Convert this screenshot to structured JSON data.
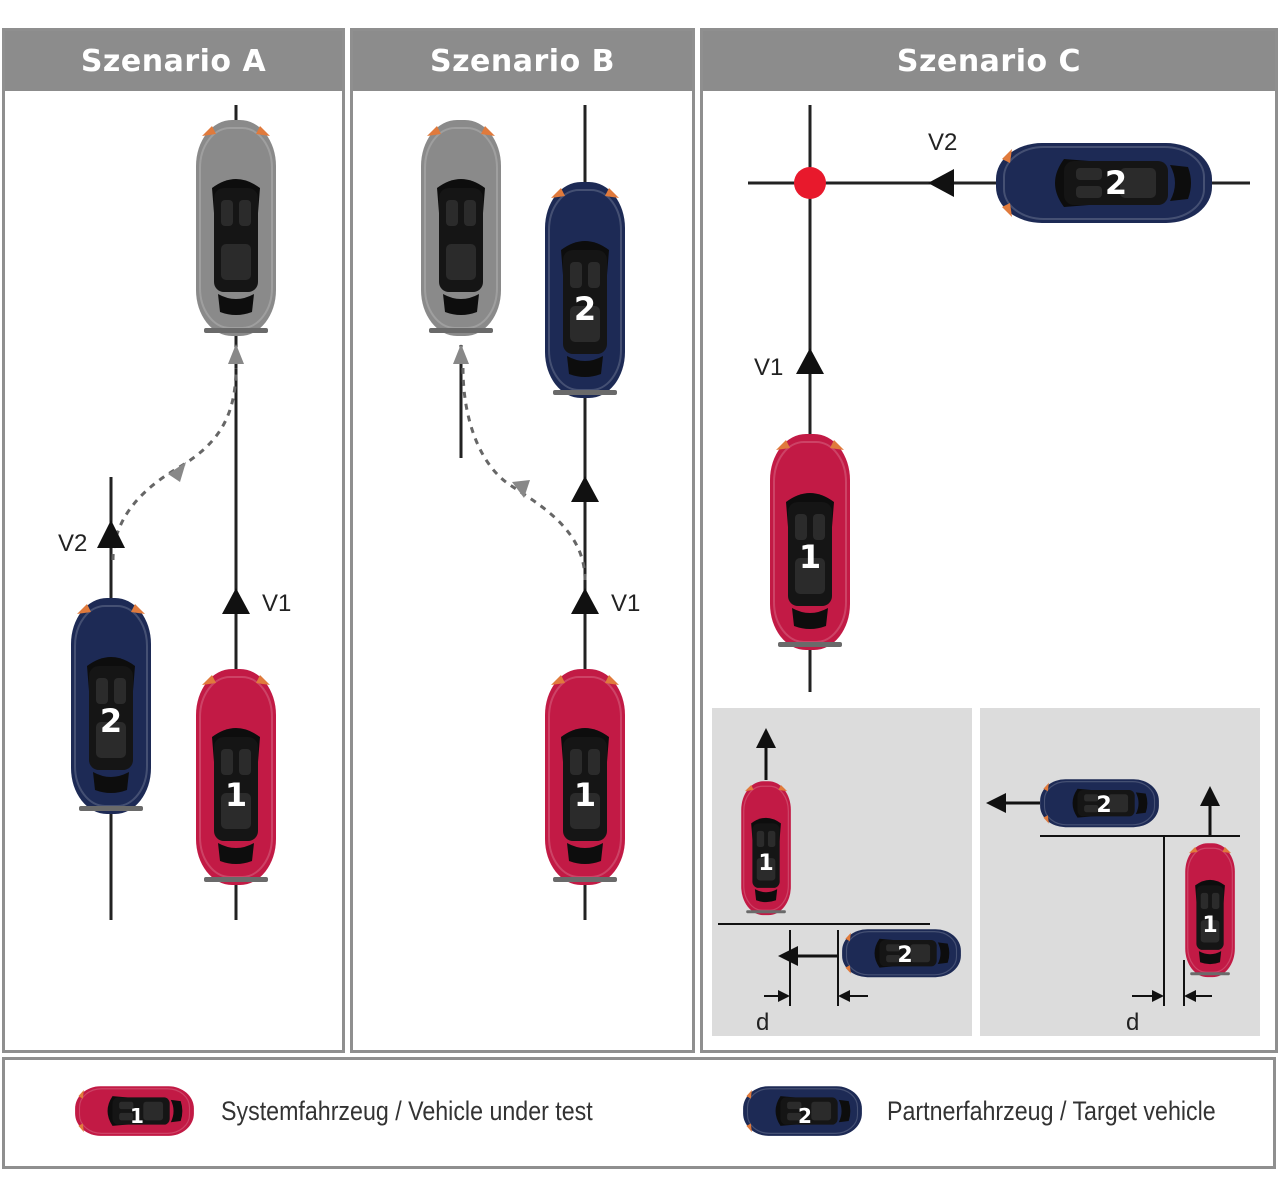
{
  "panels": [
    {
      "title": "Szenario A"
    },
    {
      "title": "Szenario B"
    },
    {
      "title": "Szenario C"
    }
  ],
  "labels": {
    "a_v2": "V2",
    "a_v1": "V1",
    "b_v1": "V1",
    "c_v2": "V2",
    "c_v1": "V1",
    "d_left": "d",
    "d_right": "d"
  },
  "vehicles": {
    "test_number": "1",
    "target_number": "2"
  },
  "legend": {
    "vehicle_under_test": "Systemfahrzeug / Vehicle under test",
    "target_vehicle": "Partnerfahrzeug / Target vehicle"
  },
  "colors": {
    "vehicle_under_test": "#c21a45",
    "target_vehicle": "#1d2a55",
    "parked_vehicle": "#8a8a8a",
    "collision_point": "#e8192c",
    "header": "#8c8c8c"
  }
}
